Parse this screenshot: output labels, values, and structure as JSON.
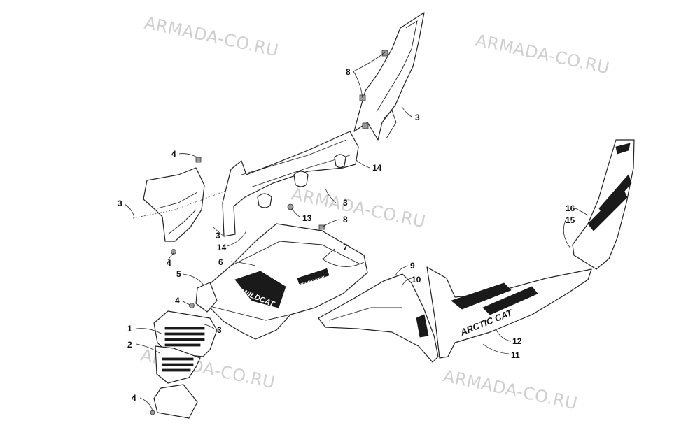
{
  "watermark": "ARMADA-CO.RU",
  "decals": {
    "hood_logo": "WILDCAT",
    "hood_model": "WILDCAT X",
    "fender_logo": "ARCTIC CAT"
  },
  "callouts": {
    "c1": "1",
    "c2": "2",
    "c3a": "3",
    "c3b": "3",
    "c3c": "3",
    "c3d": "3",
    "c3e": "3",
    "c4a": "4",
    "c4b": "4",
    "c4c": "4",
    "c4d": "4",
    "c5": "5",
    "c6": "6",
    "c7": "7",
    "c8a": "8",
    "c8b": "8",
    "c9": "9",
    "c10": "10",
    "c11": "11",
    "c12": "12",
    "c13": "13",
    "c14a": "14",
    "c14b": "14",
    "c15": "15",
    "c16": "16"
  },
  "colors": {
    "line": "#222222",
    "watermark": "#cfcfcf",
    "background": "#ffffff"
  }
}
